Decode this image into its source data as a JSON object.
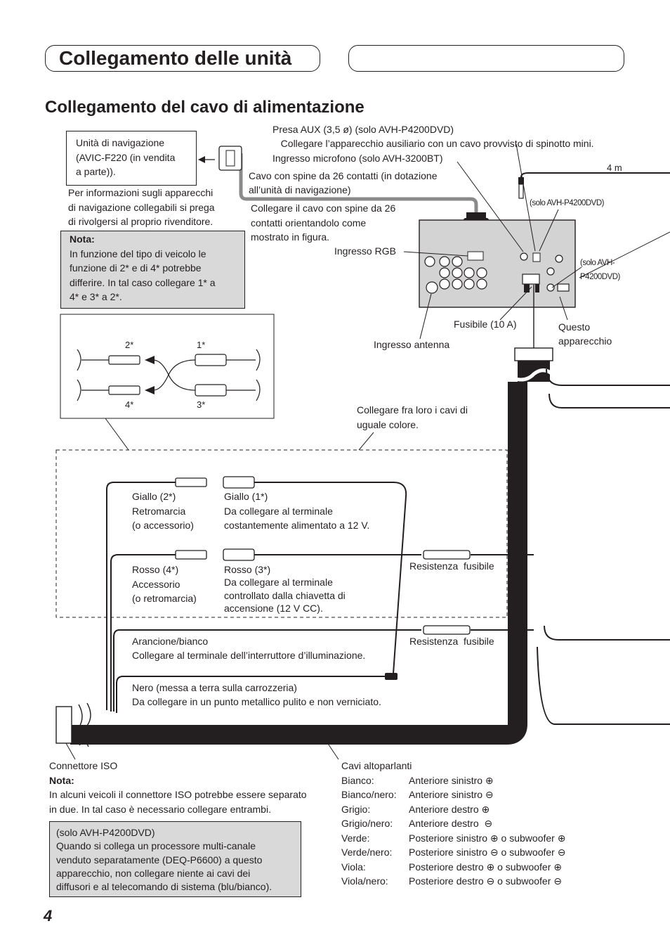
{
  "header": {
    "section_title": "Collegamento delle unità",
    "subtitle": "Collegamento del cavo di alimentazione",
    "page_number": "4"
  },
  "nav_unit": {
    "box_lines": [
      "Unità di navigazione",
      "(AVIC-F220 (in vendita",
      "a parte))."
    ],
    "info_lines": [
      "Per informazioni sugli apparecchi",
      "di navigazione collegabili si prega",
      "di rivolgersi al proprio rivenditore."
    ]
  },
  "note_box": {
    "title": "Nota:",
    "lines": [
      "In funzione del tipo di veicolo le",
      "funzione di 2* e di 4* potrebbe",
      "differire. In tal caso collegare 1* a",
      "4* e 3* a 2*."
    ]
  },
  "top_labels": {
    "aux_lines": [
      "Presa AUX (3,5 ø) (solo AVH-P4200DVD)",
      "   Collegare l’apparecchio ausiliario con un cavo provvisto di spinotto mini.",
      "Ingresso microfono (solo AVH-3200BT)"
    ],
    "cable26_lines": [
      "Cavo con spine da 26 contatti (in dotazione",
      "all’unità di navigazione)"
    ],
    "connect26_lines": [
      "Collegare il cavo con spine da 26",
      "contatti orientandolo come",
      "mostrato in figura."
    ],
    "length": "4 m",
    "solo1": "(solo AVH-P4200DVD)",
    "solo2_lines": [
      "(solo AVH-",
      "P4200DVD)"
    ],
    "rgb": "Ingresso RGB",
    "fuse": "Fusibile (10 A)",
    "antenna": "Ingresso antenna",
    "this_unit_lines": [
      "Questo",
      "apparecchio"
    ]
  },
  "swap_labels": {
    "n2": "2*",
    "n1": "1*",
    "n4": "4*",
    "n3": "3*"
  },
  "same_color_lines": [
    "Collegare fra loro i cavi di",
    "uguale colore."
  ],
  "wires": {
    "yellow2_lines": [
      "Giallo (2*)",
      "Retromarcia",
      "(o accessorio)"
    ],
    "yellow1_lines": [
      "Giallo (1*)",
      "Da collegare al terminale",
      "costantemente alimentato a 12 V."
    ],
    "red4_lines": [
      "Rosso (4*)",
      "Accessorio",
      "(o retromarcia)"
    ],
    "red3_lines": [
      "Rosso (3*)",
      "Da collegare al terminale",
      "controllato dalla chiavetta di",
      "accensione (12 V CC)."
    ],
    "fuse_res1": "Resistenza  fusibile",
    "fuse_res2": "Resistenza  fusibile",
    "orange_lines": [
      "Arancione/bianco",
      "Collegare al terminale dell’interruttore d’illuminazione."
    ],
    "black_lines": [
      "Nero (messa a terra sulla carrozzeria)",
      "Da collegare in un punto metallico pulito e non verniciato."
    ]
  },
  "iso": {
    "label": "Connettore ISO",
    "note_title": "Nota:",
    "note_lines": [
      "In alcuni veicoli il connettore ISO potrebbe essere separato",
      "in due. In tal caso è necessario collegare entrambi."
    ]
  },
  "dsp_note_lines": [
    "(solo AVH-P4200DVD)",
    "Quando si collega un processore multi-canale",
    "venduto separatamente (DEQ-P6600) a questo",
    "apparecchio, non collegare niente ai cavi dei",
    "diffusori e al telecomando di sistema (blu/bianco)."
  ],
  "speakers": {
    "title": "Cavi altoparlanti",
    "rows": [
      {
        "color": "Bianco:",
        "desc": "Anteriore sinistro ⊕"
      },
      {
        "color": "Bianco/nero:",
        "desc": "Anteriore sinistro ⊖"
      },
      {
        "color": "Grigio:",
        "desc": "Anteriore destro ⊕"
      },
      {
        "color": "Grigio/nero:",
        "desc": "Anteriore destro  ⊖"
      },
      {
        "color": "Verde:",
        "desc": "Posteriore sinistro ⊕ o subwoofer ⊕"
      },
      {
        "color": "Verde/nero:",
        "desc": "Posteriore sinistro ⊖ o subwoofer ⊖"
      },
      {
        "color": "Viola:",
        "desc": "Posteriore destro ⊕ o subwoofer ⊕"
      },
      {
        "color": "Viola/nero:",
        "desc": "Posteriore destro ⊖ o subwoofer ⊖"
      }
    ]
  },
  "colors": {
    "text": "#231f20",
    "note_bg": "#d9d9d9",
    "unit_bg": "#d3d3d3",
    "cable": "#231f20"
  }
}
